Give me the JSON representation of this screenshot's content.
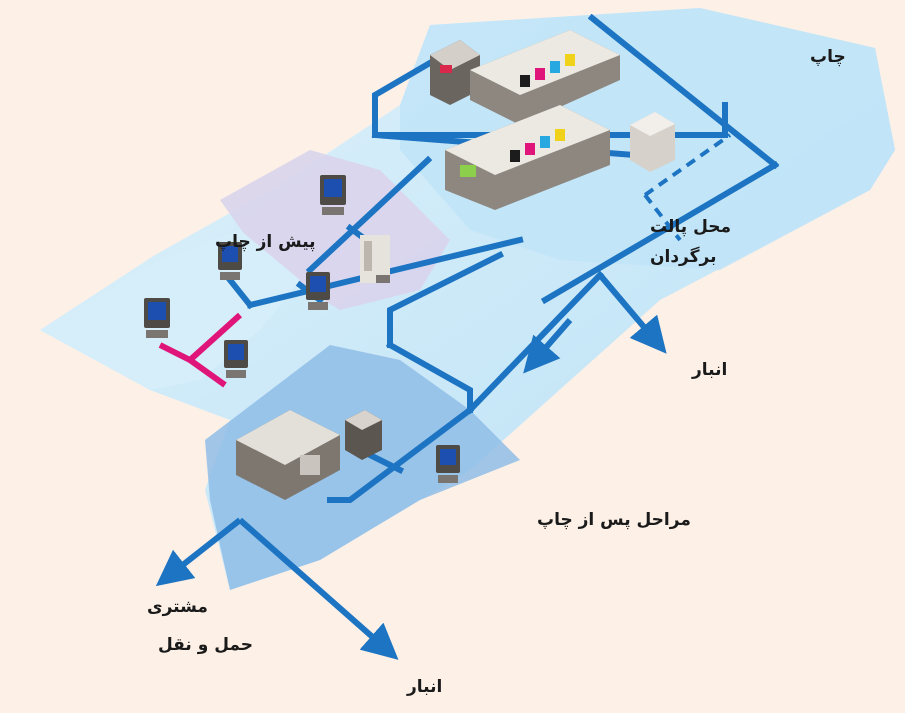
{
  "labels": {
    "print": "چاپ",
    "prepress": "پیش از چاپ",
    "pallet_line1": "محل پالت",
    "pallet_line2": "برگردان",
    "warehouse_right": "انبار",
    "postpress": "مراحل پس از چاپ",
    "customer": "مشتری",
    "transport": "حمل و نقل",
    "warehouse_bottom": "انبار"
  },
  "colors": {
    "background": "#fcf0e7",
    "floor_light": "#c9e8f7",
    "floor_mid": "#b3dcf3",
    "zone_lavender": "#d9d4ec",
    "zone_postpress": "#8fbde6",
    "conveyor": "#1d74c2",
    "conveyor_magenta": "#e0157a"
  },
  "icons": [
    "printing-press-icon",
    "computer-workstation-icon",
    "platesetter-icon",
    "finishing-machine-icon"
  ]
}
